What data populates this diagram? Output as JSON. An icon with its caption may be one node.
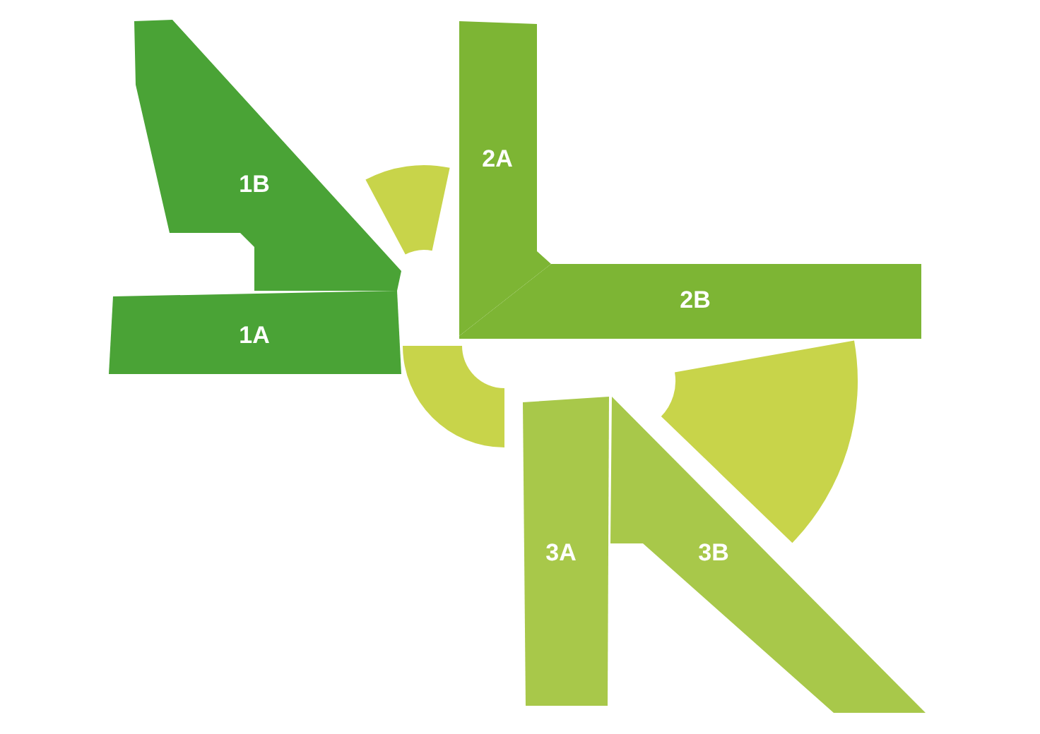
{
  "diagram": {
    "nodes": [
      {
        "text": [
          "1A"
        ]
      },
      {
        "text": [
          "1B"
        ]
      },
      {
        "text": [
          "2A"
        ]
      },
      {
        "text": [
          "2B"
        ]
      },
      {
        "text": [
          "3A"
        ]
      },
      {
        "text": [
          "3B"
        ]
      }
    ]
  }
}
